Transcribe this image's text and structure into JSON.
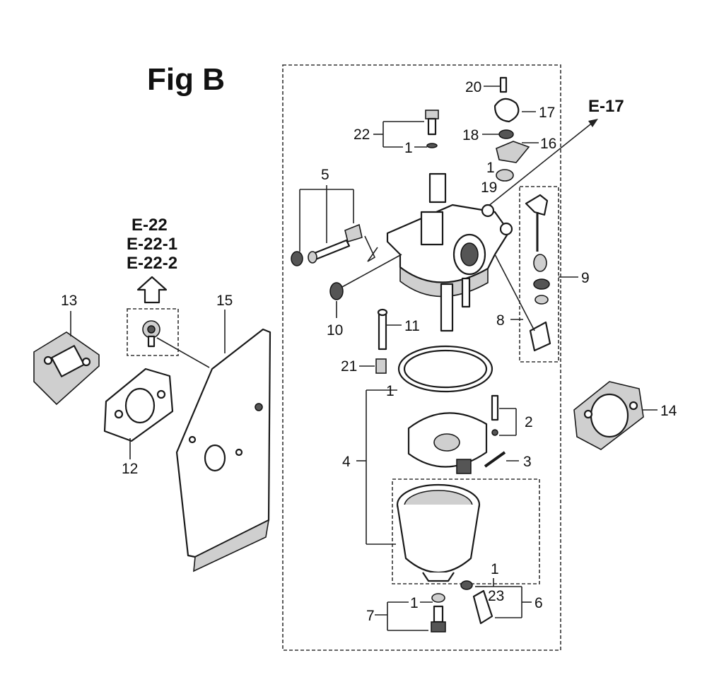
{
  "figure": {
    "title": "Fig B"
  },
  "references": {
    "e17": "E-17",
    "e22_group": [
      "E-22",
      "E-22-1",
      "E-22-2"
    ]
  },
  "callouts": {
    "p1_a": "1",
    "p1_b": "1",
    "p1_c": "1",
    "p1_d": "1",
    "p1_e": "1",
    "p2": "2",
    "p3": "3",
    "p4": "4",
    "p5": "5",
    "p6": "6",
    "p7": "7",
    "p8": "8",
    "p9": "9",
    "p10": "10",
    "p11": "11",
    "p12": "12",
    "p13": "13",
    "p14": "14",
    "p15": "15",
    "p16": "16",
    "p17": "17",
    "p18": "18",
    "p19": "19",
    "p20": "20",
    "p21": "21",
    "p22": "22",
    "p23": "23"
  },
  "colors": {
    "line": "#222222",
    "shade": "#cfcfcf",
    "background": "#ffffff"
  }
}
